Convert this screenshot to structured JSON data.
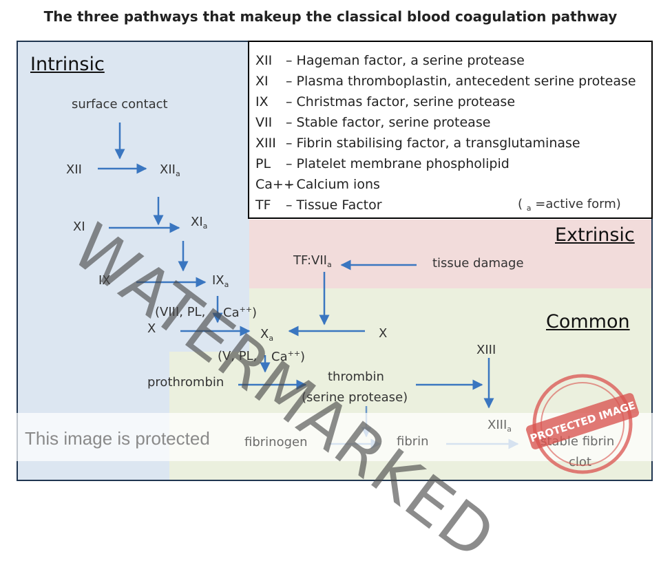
{
  "title": "The three pathways that makeup the classical blood coagulation pathway",
  "headings": {
    "intrinsic": "Intrinsic",
    "extrinsic": "Extrinsic",
    "common": "Common"
  },
  "legend": [
    {
      "code": "XII",
      "desc": "– Hageman factor, a serine protease"
    },
    {
      "code": "XI",
      "desc": "– Plasma thromboplastin, antecedent serine protease"
    },
    {
      "code": "IX",
      "desc": "– Christmas factor, serine protease"
    },
    {
      "code": "VII",
      "desc": "– Stable factor, serine protease"
    },
    {
      "code": "XIII",
      "desc": "– Fibrin stabilising factor, a transglutaminase"
    },
    {
      "code": "PL",
      "desc": "– Platelet membrane phospholipid"
    },
    {
      "code": "Ca++",
      "desc": "– Calcium ions"
    },
    {
      "code": "TF",
      "desc": "– Tissue Factor"
    }
  ],
  "legend_note": {
    "open": "(",
    "sub": "a",
    "text": "=active form)"
  },
  "nodes": {
    "surface_contact": "surface contact",
    "xii": "XII",
    "xiia": "XII",
    "xi": "XI",
    "xia": "XI",
    "ix": "IX",
    "ixa": "IX",
    "cofactors_1": "(VIII, PL,",
    "ca_1": "Ca",
    "ca_1_charge": "++",
    "close_1": ")",
    "x_left": "X",
    "xa": "X",
    "x_right": "X",
    "cofactors_2": "(V, PL,",
    "ca_2": "Ca",
    "ca_2_charge": "++",
    "close_2": ")",
    "tf_viia": "TF:VII",
    "tissue_damage": "tissue damage",
    "prothrombin": "prothrombin",
    "thrombin": "thrombin",
    "thrombin_note": "(serine protease)",
    "xiii": "XIII",
    "xiiia": "XIII",
    "fibrinogen": "fibrinogen",
    "fibrin": "fibrin",
    "stable_fibrin": "stable fibrin",
    "clot": "clot",
    "active_sub": "a"
  },
  "overlay": {
    "banner_text": "This image is protected",
    "watermark": "WATERMARKED",
    "stamp_text": "PROTECTED IMAGE"
  },
  "colors": {
    "intrinsic_bg": "#dce6f1",
    "extrinsic_bg": "#f2dcdb",
    "common_bg": "#ebf0de",
    "arrow": "#3a76c0",
    "border": "#1f3550",
    "stamp": "#d9534f"
  }
}
